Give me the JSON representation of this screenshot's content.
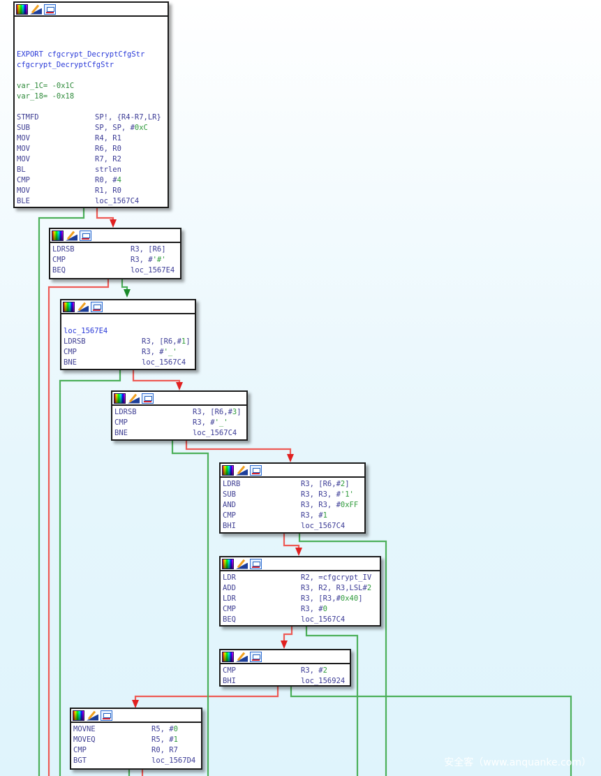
{
  "graph": {
    "edge_colors": {
      "true": "#e8403c",
      "false": "#3aa84a",
      "arrow_true": "#e02020",
      "arrow_false": "#1a8a2a"
    },
    "nodes": [
      {
        "id": "n0",
        "header_icons": [
          "palette-icon",
          "rename-icon",
          "graph-icon"
        ],
        "labels": [
          "EXPORT cfgcrypt_DecryptCfgStr",
          "cfgcrypt_DecryptCfgStr"
        ],
        "vars": [
          "var_1C= -0x1C",
          "var_18= -0x18"
        ],
        "instructions": [
          {
            "mnemonic": "STMFD",
            "operand": "SP!, {R4-R7,LR}"
          },
          {
            "mnemonic": "SUB",
            "operand": "SP, SP, #0xC"
          },
          {
            "mnemonic": "MOV",
            "operand": "R4, R1"
          },
          {
            "mnemonic": "MOV",
            "operand": "R6, R0"
          },
          {
            "mnemonic": "MOV",
            "operand": "R7, R2"
          },
          {
            "mnemonic": "BL",
            "operand": "strlen"
          },
          {
            "mnemonic": "CMP",
            "operand": "R0, #4"
          },
          {
            "mnemonic": "MOV",
            "operand": "R1, R0"
          },
          {
            "mnemonic": "BLE",
            "operand": "loc_1567C4"
          }
        ]
      },
      {
        "id": "n1",
        "header_icons": [
          "palette-icon",
          "rename-icon",
          "graph-icon"
        ],
        "instructions": [
          {
            "mnemonic": "LDRSB",
            "operand": "R3, [R6]"
          },
          {
            "mnemonic": "CMP",
            "operand": "R3, #'#'"
          },
          {
            "mnemonic": "BEQ",
            "operand": "loc_1567E4"
          }
        ]
      },
      {
        "id": "n2",
        "header_icons": [
          "palette-icon",
          "rename-icon",
          "graph-icon"
        ],
        "labels": [
          "loc_1567E4"
        ],
        "instructions": [
          {
            "mnemonic": "LDRSB",
            "operand": "R3, [R6,#1]"
          },
          {
            "mnemonic": "CMP",
            "operand": "R3, #'_'"
          },
          {
            "mnemonic": "BNE",
            "operand": "loc_1567C4"
          }
        ]
      },
      {
        "id": "n3",
        "header_icons": [
          "palette-icon",
          "rename-icon",
          "graph-icon"
        ],
        "instructions": [
          {
            "mnemonic": "LDRSB",
            "operand": "R3, [R6,#3]"
          },
          {
            "mnemonic": "CMP",
            "operand": "R3, #'_'"
          },
          {
            "mnemonic": "BNE",
            "operand": "loc_1567C4"
          }
        ]
      },
      {
        "id": "n4",
        "header_icons": [
          "palette-icon",
          "rename-icon",
          "graph-icon"
        ],
        "instructions": [
          {
            "mnemonic": "LDRB",
            "operand": "R3, [R6,#2]"
          },
          {
            "mnemonic": "SUB",
            "operand": "R3, R3, #'1'"
          },
          {
            "mnemonic": "AND",
            "operand": "R3, R3, #0xFF"
          },
          {
            "mnemonic": "CMP",
            "operand": "R3, #1"
          },
          {
            "mnemonic": "BHI",
            "operand": "loc_1567C4"
          }
        ]
      },
      {
        "id": "n5",
        "header_icons": [
          "palette-icon",
          "rename-icon",
          "graph-icon"
        ],
        "instructions": [
          {
            "mnemonic": "LDR",
            "operand": "R2, =cfgcrypt_IV"
          },
          {
            "mnemonic": "ADD",
            "operand": "R3, R2, R3,LSL#2"
          },
          {
            "mnemonic": "LDR",
            "operand": "R3, [R3,#0x40]"
          },
          {
            "mnemonic": "CMP",
            "operand": "R3, #0"
          },
          {
            "mnemonic": "BEQ",
            "operand": "loc_1567C4"
          }
        ]
      },
      {
        "id": "n6",
        "header_icons": [
          "palette-icon",
          "rename-icon",
          "graph-icon"
        ],
        "instructions": [
          {
            "mnemonic": "CMP",
            "operand": "R3, #2"
          },
          {
            "mnemonic": "BHI",
            "operand": "loc_156924"
          }
        ]
      },
      {
        "id": "n7",
        "header_icons": [
          "palette-icon",
          "rename-icon",
          "graph-icon"
        ],
        "instructions": [
          {
            "mnemonic": "MOVNE",
            "operand": "R5, #0"
          },
          {
            "mnemonic": "MOVEQ",
            "operand": "R5, #1"
          },
          {
            "mnemonic": "CMP",
            "operand": "R0, R7"
          },
          {
            "mnemonic": "BGT",
            "operand": "loc_1567D4"
          }
        ]
      }
    ]
  },
  "watermark": "安全客（www.anquanke.com）"
}
